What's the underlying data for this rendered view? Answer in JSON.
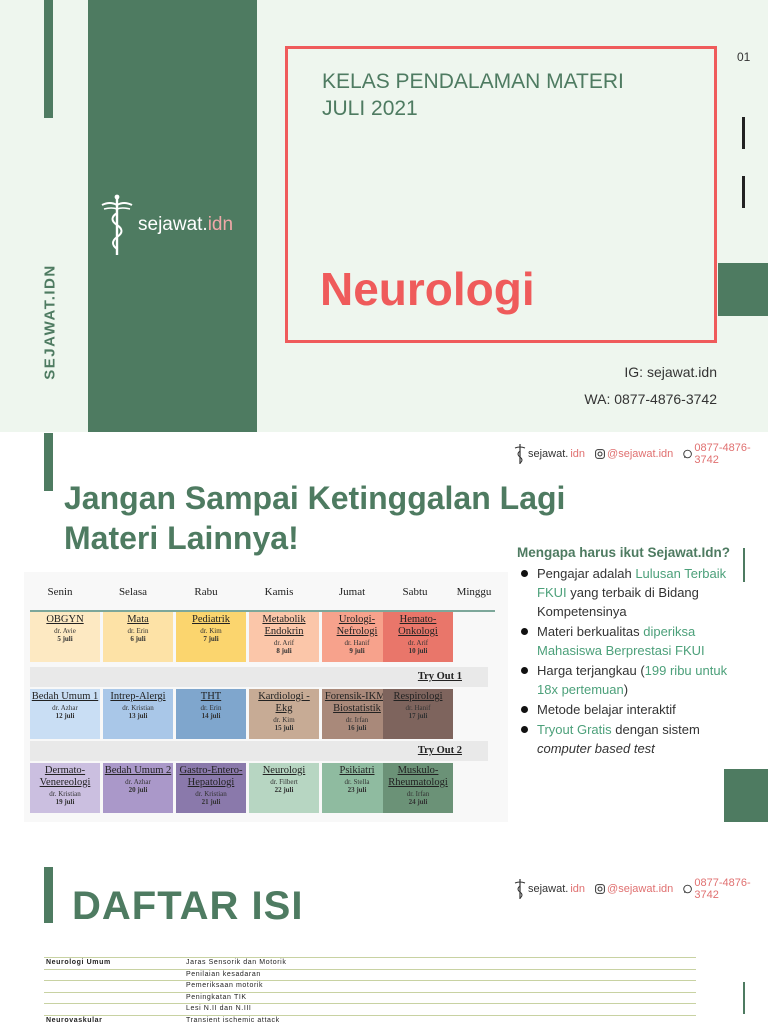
{
  "slide1": {
    "vertical_brand": "SEJAWAT.IDN",
    "logo_text_main": "sejawat.",
    "logo_text_idn": "idn",
    "kelas_line1": "KELAS PENDALAMAN MATERI",
    "kelas_line2": "JULI 2021",
    "title": "Neurologi",
    "page_number": "01",
    "ig": "IG: sejawat.idn",
    "wa": "WA: 0877-4876-3742"
  },
  "header": {
    "brand_main": "sejawat.",
    "brand_idn": "idn",
    "instagram": "@sejawat.idn",
    "whatsapp": "0877-4876-3742"
  },
  "slide2": {
    "heading": "Jangan Sampai Ketinggalan Lagi Materi Lainnya!",
    "why_title": "Mengapa harus ikut Sejawat.Idn?",
    "bullets": [
      {
        "pre": "Pengajar adalah ",
        "hl": "Lulusan Terbaik FKUI",
        "post": " yang terbaik di Bidang Kompetensinya"
      },
      {
        "pre": "Materi berkualitas ",
        "hl": "diperiksa Mahasiswa Berprestasi FKUI",
        "post": ""
      },
      {
        "pre": "Harga terjangkau (",
        "hl": "199 ribu untuk 18x pertemuan",
        "post": ")"
      },
      {
        "pre": "Metode belajar interaktif",
        "hl": "",
        "post": ""
      },
      {
        "pre": "",
        "hl": "Tryout Gratis",
        "post": " dengan sistem ",
        "italic": "computer based test"
      }
    ],
    "schedule": {
      "days": [
        "Senin",
        "Selasa",
        "Rabu",
        "Kamis",
        "Jumat",
        "Sabtu",
        "Minggu"
      ],
      "week1": [
        {
          "subject": "OBGYN",
          "doctor": "dr. Avie",
          "date": "5 juli",
          "color": "#fde9c2"
        },
        {
          "subject": "Mata",
          "doctor": "dr. Erin",
          "date": "6 juli",
          "color": "#fde2a6"
        },
        {
          "subject": "Pediatrik",
          "doctor": "dr. Kim",
          "date": "7 juli",
          "color": "#fbd56e"
        },
        {
          "subject": "Metabolik Endokrin",
          "doctor": "dr. Arif",
          "date": "8 juli",
          "color": "#fbc6a9"
        },
        {
          "subject": "Urologi-Nefrologi",
          "doctor": "dr. Hanif",
          "date": "9 juli",
          "color": "#f7a28c"
        },
        {
          "subject": "Hemato-Onkologi",
          "doctor": "dr. Arif",
          "date": "10 juli",
          "color": "#e9766a"
        }
      ],
      "tryout1": "Try Out 1",
      "week2": [
        {
          "subject": "Bedah Umum 1",
          "doctor": "dr. Azhar",
          "date": "12 juli",
          "color": "#c9def4"
        },
        {
          "subject": "Intrep-Alergi",
          "doctor": "dr. Kristian",
          "date": "13 juli",
          "color": "#a9c7e8"
        },
        {
          "subject": "THT",
          "doctor": "dr. Erin",
          "date": "14 juli",
          "color": "#7fa6cd"
        },
        {
          "subject": "Kardiologi - Ekg",
          "doctor": "dr. Kim",
          "date": "15 juli",
          "color": "#c7ab95"
        },
        {
          "subject": "Forensik-IKM-Biostatistik",
          "doctor": "dr. Irfan",
          "date": "16 juli",
          "color": "#a9897a"
        },
        {
          "subject": "Respirologi",
          "doctor": "dr. Hanif",
          "date": "17 juli",
          "color": "#7e645d"
        }
      ],
      "tryout2": "Try Out 2",
      "week3": [
        {
          "subject": "Dermato-Venereologi",
          "doctor": "dr. Kristian",
          "date": "19 juli",
          "color": "#cbbfe0"
        },
        {
          "subject": "Bedah Umum 2",
          "doctor": "dr. Azhar",
          "date": "20 juli",
          "color": "#aa98c9"
        },
        {
          "subject": "Gastro-Entero-Hepatologi",
          "doctor": "dr. Kristian",
          "date": "21 juli",
          "color": "#8a79ab"
        },
        {
          "subject": "Neurologi",
          "doctor": "dr. Filbert",
          "date": "22 juli",
          "color": "#b7d6c2"
        },
        {
          "subject": "Psikiatri",
          "doctor": "dr. Stella",
          "date": "23 juli",
          "color": "#8fbba0"
        },
        {
          "subject": "Muskulo-Rheumatologi",
          "doctor": "dr. Irfan",
          "date": "24 juli",
          "color": "#6b9277"
        }
      ]
    }
  },
  "slide3": {
    "heading": "DAFTAR ISI",
    "rows": [
      {
        "section": "Neurologi Umum",
        "topic": "Jaras Sensorik dan Motorik"
      },
      {
        "section": "",
        "topic": "Penilaian kesadaran"
      },
      {
        "section": "",
        "topic": "Pemeriksaan motorik"
      },
      {
        "section": "",
        "topic": "Peningkatan TIK"
      },
      {
        "section": "",
        "topic": "Lesi N.II dan N.III"
      },
      {
        "section": "Neurovaskular",
        "topic": "Transient ischemic attack"
      }
    ]
  },
  "colors": {
    "brand_green": "#4e7b61",
    "accent_red": "#ef5b5b",
    "mint_bg": "#eef6ee"
  }
}
